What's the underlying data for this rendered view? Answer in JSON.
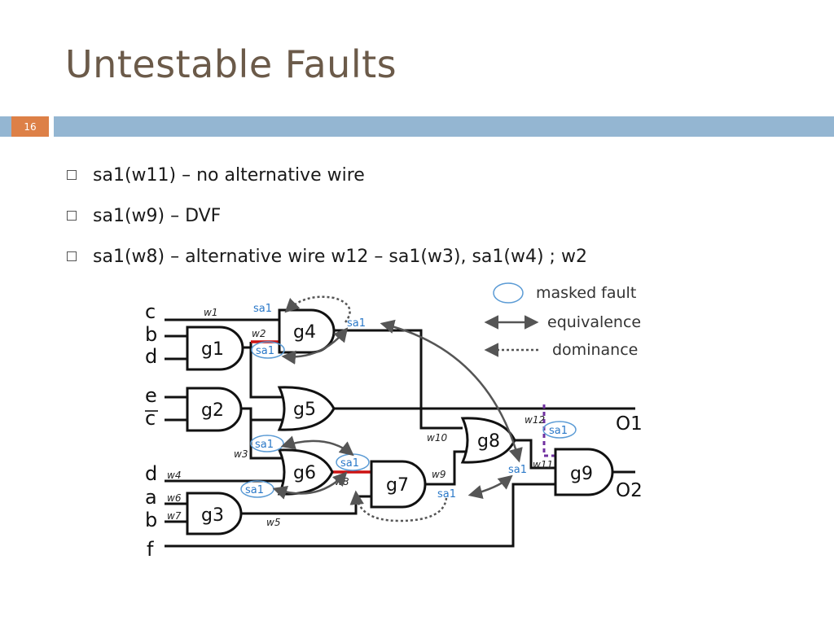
{
  "slide": {
    "title": "Untestable Faults",
    "number": "16"
  },
  "bullets": [
    "sa1(w11) – no alternative wire",
    "sa1(w9) – DVF",
    "sa1(w8) – alternative wire w12 – sa1(w3), sa1(w4) ; w2"
  ],
  "diagram": {
    "inputs": [
      "c",
      "b",
      "d",
      "e",
      "c",
      "d",
      "a",
      "b",
      "f"
    ],
    "gates": [
      "g1",
      "g2",
      "g3",
      "g4",
      "g5",
      "g6",
      "g7",
      "g8",
      "g9"
    ],
    "outputs": [
      "O1",
      "O2"
    ],
    "wires": [
      "w1",
      "w2",
      "w3",
      "w4",
      "w5",
      "w6",
      "w7",
      "w8",
      "w9",
      "w10",
      "w11",
      "w12"
    ],
    "fault_label": "sa1",
    "legend": {
      "masked": "masked fault",
      "equivalence": "equivalence",
      "dominance": "dominance"
    },
    "colors": {
      "wire": "#111111",
      "fault_text": "#2a78c8",
      "masked_circle": "#5b9bd5",
      "highlight_wire": "#cc1111",
      "alternative_wire": "#7030a0",
      "arrow": "#555555"
    }
  }
}
